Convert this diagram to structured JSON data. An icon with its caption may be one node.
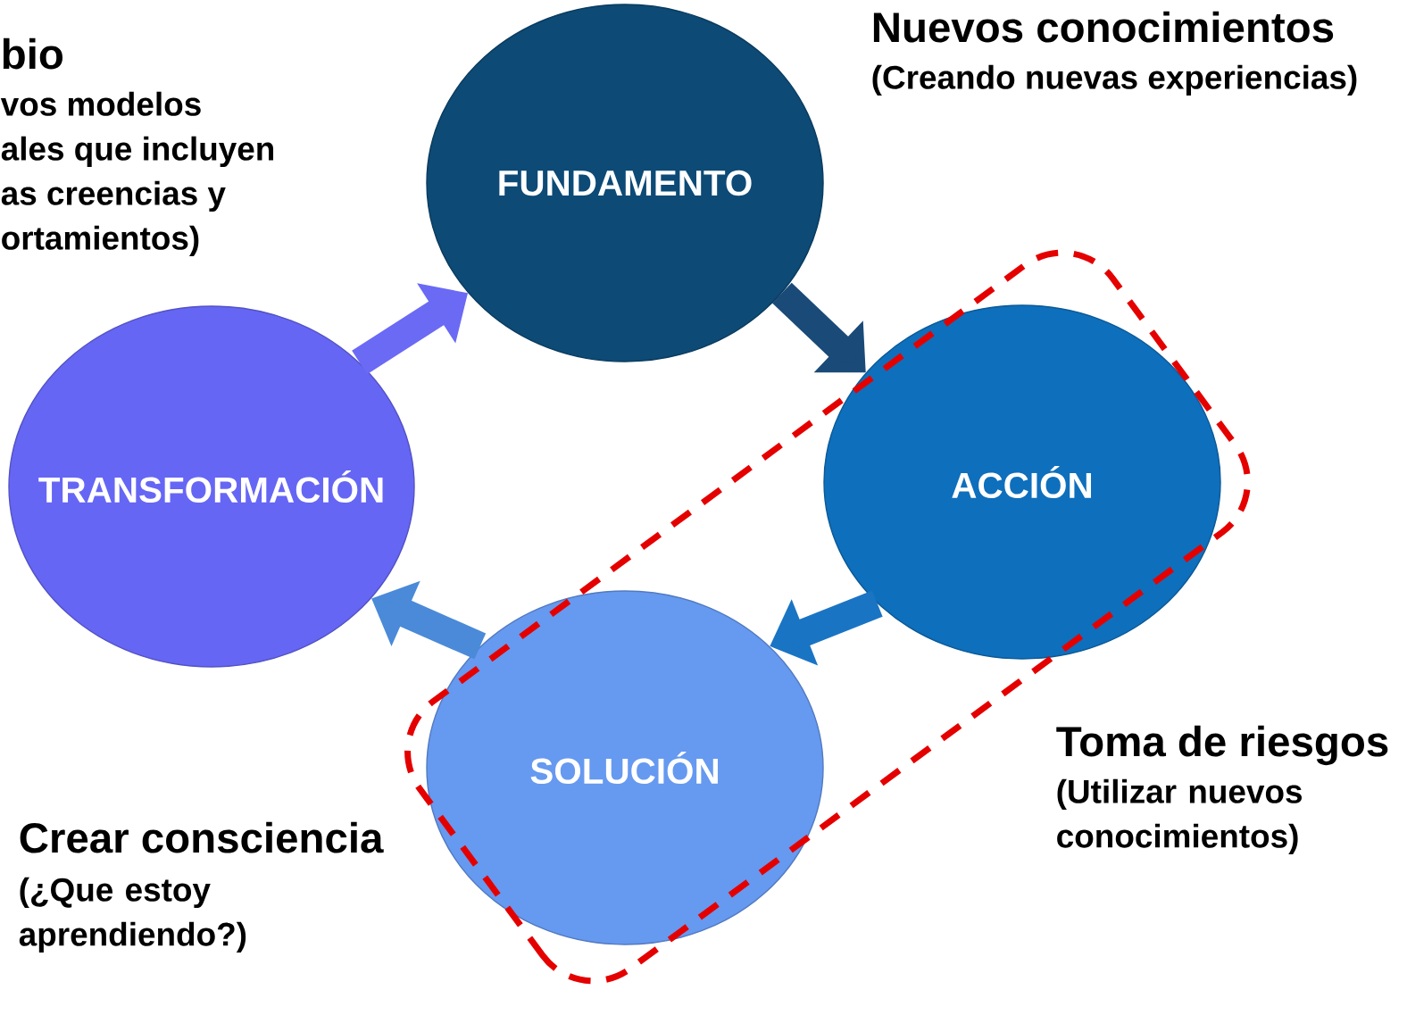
{
  "diagram": {
    "nodes": [
      {
        "text": [
          "FUNDAMENTO"
        ]
      },
      {
        "text": [
          "ACCIÓN"
        ]
      },
      {
        "text": [
          "SOLUCIÓN"
        ]
      },
      {
        "text": [
          "TRANSFORMACIÓN"
        ]
      }
    ],
    "edges": [
      {
        "from": 3,
        "to": 0,
        "arrow": "to",
        "color": "#6a6af5"
      },
      {
        "from": 0,
        "to": 1,
        "arrow": "to",
        "color": "#1a4a78"
      },
      {
        "from": 1,
        "to": 2,
        "arrow": "to",
        "color": "#1a74c4"
      },
      {
        "from": 2,
        "to": 3,
        "arrow": "to",
        "color": "#4a8ad8"
      }
    ],
    "labels": [
      "bio",
      "vos modelos",
      "ales que incluyen",
      "as creencias y",
      "ortamientos)",
      "Nuevos conocimientos",
      "(Creando nuevas experiencias)",
      "Toma de riesgos",
      "(Utilizar nuevos conocimientos)",
      "Crear consciencia",
      "(¿Que estoy aprendiendo?)"
    ]
  }
}
